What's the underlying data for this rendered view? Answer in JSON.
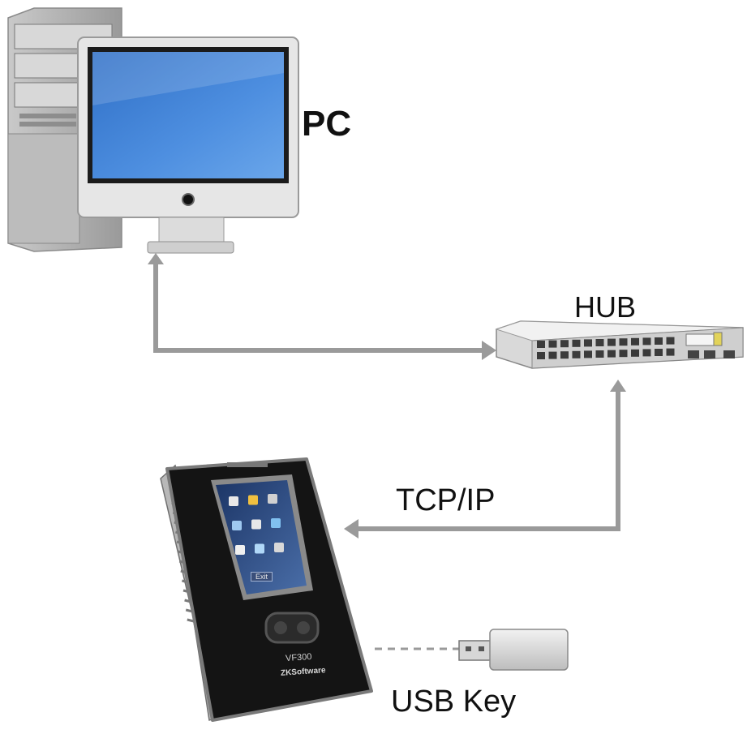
{
  "diagram": {
    "nodes": {
      "pc": {
        "label": "PC",
        "icon": "desktop-computer-icon"
      },
      "hub": {
        "label": "HUB",
        "icon": "network-switch-icon"
      },
      "device": {
        "model": "VF300",
        "brand": "ZKSoftware",
        "screen_button": "Exit",
        "icon": "face-recognition-terminal-icon"
      },
      "usb": {
        "label": "USB Key",
        "icon": "usb-flash-drive-icon"
      }
    },
    "links": [
      {
        "from": "pc",
        "to": "hub",
        "label": ""
      },
      {
        "from": "hub",
        "to": "device",
        "label": "TCP/IP"
      },
      {
        "from": "usb",
        "to": "device",
        "label": "",
        "style": "dashed"
      }
    ]
  },
  "colors": {
    "connector": "#9a9a9a",
    "screen_blue": "#3f7fd0",
    "device_body": "#151515"
  }
}
